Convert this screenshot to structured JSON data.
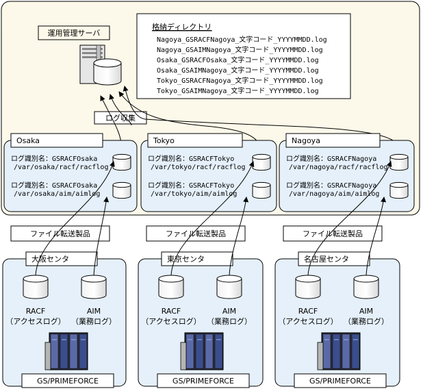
{
  "server": {
    "label": "運用管理サーバ"
  },
  "storage": {
    "title": "格納ディレクトリ",
    "files": [
      "Nagoya_GSRACFNagoya_文字コード_YYYYMMDD.log",
      "Nagoya_GSAIMNagoya_文字コード_YYYYMMDD.log",
      "Osaka_GSRACFOsaka_文字コード_YYYYMMDD.log",
      "Osaka_GSAIMNagoya_文字コード_YYYYMMDD.log",
      "Tokyo_GSRACFNagoya_文字コード_YYYYMMDD.log",
      "Tokyo_GSAIMNagoya_文字コード_YYYYMMDD.log"
    ]
  },
  "collect_label": "ログ収集",
  "log_prefix": "ログ識別名：",
  "transfer_label": "ファイル転送製品",
  "db_racf": "RACF",
  "db_racf_sub": "（アクセスログ）",
  "db_aim": "AIM",
  "db_aim_sub": "（業務ログ）",
  "mainframe_label": "GS/PRIMEFORCE",
  "sites": [
    {
      "name": "Osaka",
      "center": "大阪センタ",
      "logs": [
        {
          "id": "GSRACFOsaka",
          "path": "/var/osaka/racf/racflog"
        },
        {
          "id": "GSRACFOsaka",
          "path": "/var/osaka/aim/aimlog"
        }
      ]
    },
    {
      "name": "Tokyo",
      "center": "東京センタ",
      "logs": [
        {
          "id": "GSRACFTokyo",
          "path": "/var/tokyo/racf/racflog"
        },
        {
          "id": "GSRACFTokyo",
          "path": "/var/tokyo/aim/aimlog"
        }
      ]
    },
    {
      "name": "Nagoya",
      "center": "名古屋センタ",
      "logs": [
        {
          "id": "GSRACFNagoya",
          "path": "/var/nagoya/racf/racflog"
        },
        {
          "id": "GSRACFNagoya",
          "path": "/var/nagoya/aim/aimlog"
        }
      ]
    }
  ]
}
